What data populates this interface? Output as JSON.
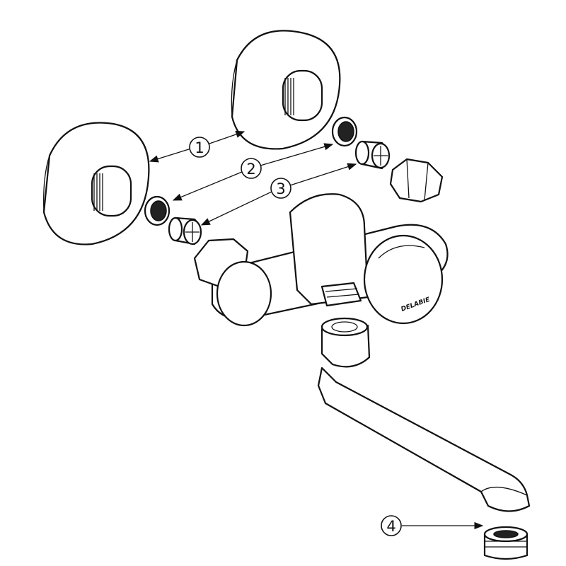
{
  "diagram": {
    "callouts": [
      {
        "label": "1",
        "part": "wall-flange"
      },
      {
        "label": "2",
        "part": "filter"
      },
      {
        "label": "3",
        "part": "check-valve"
      },
      {
        "label": "4",
        "part": "aerator"
      }
    ],
    "brand_mark": "DELABIE"
  }
}
